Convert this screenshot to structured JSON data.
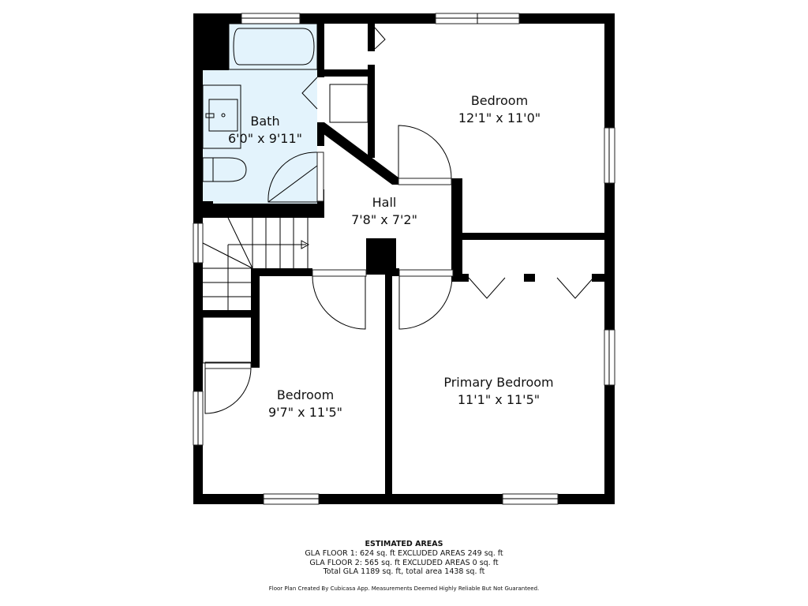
{
  "plan": {
    "rooms": [
      {
        "name": "Bath",
        "dimensions": "6'0\" x 9'11\""
      },
      {
        "name": "Bedroom",
        "dimensions": "12'1\" x 11'0\""
      },
      {
        "name": "Hall",
        "dimensions": "7'8\" x 7'2\""
      },
      {
        "name": "Bedroom",
        "dimensions": "9'7\" x 11'5\""
      },
      {
        "name": "Primary Bedroom",
        "dimensions": "11'1\" x 11'5\""
      }
    ],
    "colors": {
      "wall": "#000000",
      "bath_fill": "#E3F3FC",
      "background": "#FFFFFF"
    }
  },
  "areas": {
    "title": "ESTIMATED AREAS",
    "lines": [
      "GLA FLOOR 1: 624 sq. ft EXCLUDED AREAS 249 sq. ft",
      "GLA FLOOR 2: 565 sq. ft EXCLUDED AREAS 0 sq. ft",
      "Total GLA 1189 sq. ft, total area 1438 sq. ft"
    ],
    "credit": "Floor Plan Created By Cubicasa App. Measurements Deemed Highly Reliable But Not Guaranteed."
  }
}
